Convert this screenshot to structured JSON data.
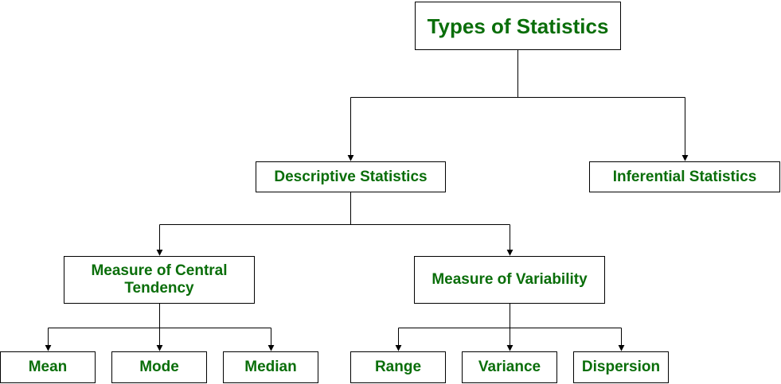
{
  "diagram": {
    "root": {
      "label": "Types of Statistics"
    },
    "descriptive": {
      "label": "Descriptive Statistics"
    },
    "inferential": {
      "label": "Inferential Statistics"
    },
    "central_tendency": {
      "line1": "Measure of Central",
      "line2": "Tendency"
    },
    "variability": {
      "label": "Measure of Variability"
    },
    "mean": {
      "label": "Mean"
    },
    "mode": {
      "label": "Mode"
    },
    "median": {
      "label": "Median"
    },
    "range": {
      "label": "Range"
    },
    "variance": {
      "label": "Variance"
    },
    "dispersion": {
      "label": "Dispersion"
    }
  },
  "edges": [
    {
      "from": "Types of Statistics",
      "to": "Descriptive Statistics"
    },
    {
      "from": "Types of Statistics",
      "to": "Inferential Statistics"
    },
    {
      "from": "Descriptive Statistics",
      "to": "Measure of Central Tendency"
    },
    {
      "from": "Descriptive Statistics",
      "to": "Measure of Variability"
    },
    {
      "from": "Measure of Central Tendency",
      "to": "Mean"
    },
    {
      "from": "Measure of Central Tendency",
      "to": "Mode"
    },
    {
      "from": "Measure of Central Tendency",
      "to": "Median"
    },
    {
      "from": "Measure of Variability",
      "to": "Range"
    },
    {
      "from": "Measure of Variability",
      "to": "Variance"
    },
    {
      "from": "Measure of Variability",
      "to": "Dispersion"
    }
  ],
  "colors": {
    "text": "#0a6e0a",
    "border": "#000000",
    "background": "#ffffff"
  }
}
